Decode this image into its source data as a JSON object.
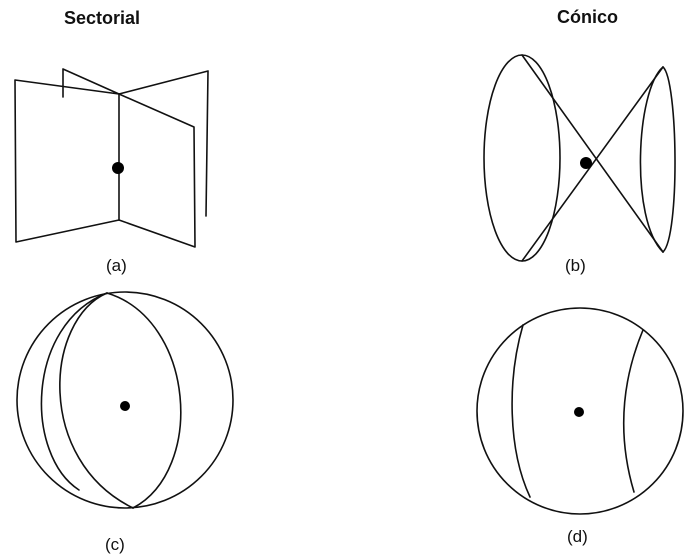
{
  "headings": {
    "left": "Sectorial",
    "right": "Cónico"
  },
  "captions": {
    "a": "(a)",
    "b": "(b)",
    "c": "(c)",
    "d": "(d)"
  },
  "colors": {
    "line": "#111111",
    "background": "#ffffff"
  }
}
